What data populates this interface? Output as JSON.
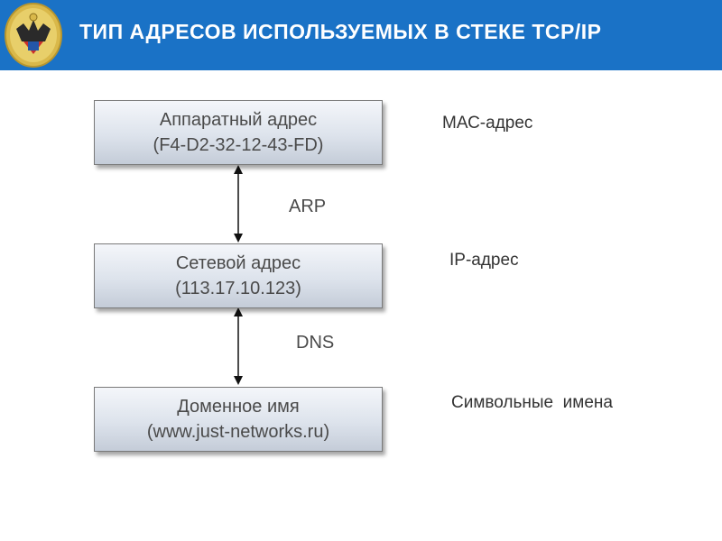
{
  "header": {
    "title": "ТИП АДРЕСОВ ИСПОЛЬЗУЕМЫХ В СТЕКЕ TCP/IP",
    "background": "#1a72c6"
  },
  "emblem": {
    "icon": "eagle-emblem-icon"
  },
  "diagram": {
    "boxes": [
      {
        "title": "Аппаратный адрес",
        "value": "(F4-D2-32-12-43-FD)"
      },
      {
        "title": "Сетевой адрес",
        "value": "(113.17.10.123)"
      },
      {
        "title": "Доменное имя",
        "value": "(www.just-networks.ru)"
      }
    ],
    "protocols": [
      "ARP",
      "DNS"
    ],
    "side_labels": [
      "МАС-адрес",
      "IP-адрес",
      "Символьные  имена"
    ]
  }
}
